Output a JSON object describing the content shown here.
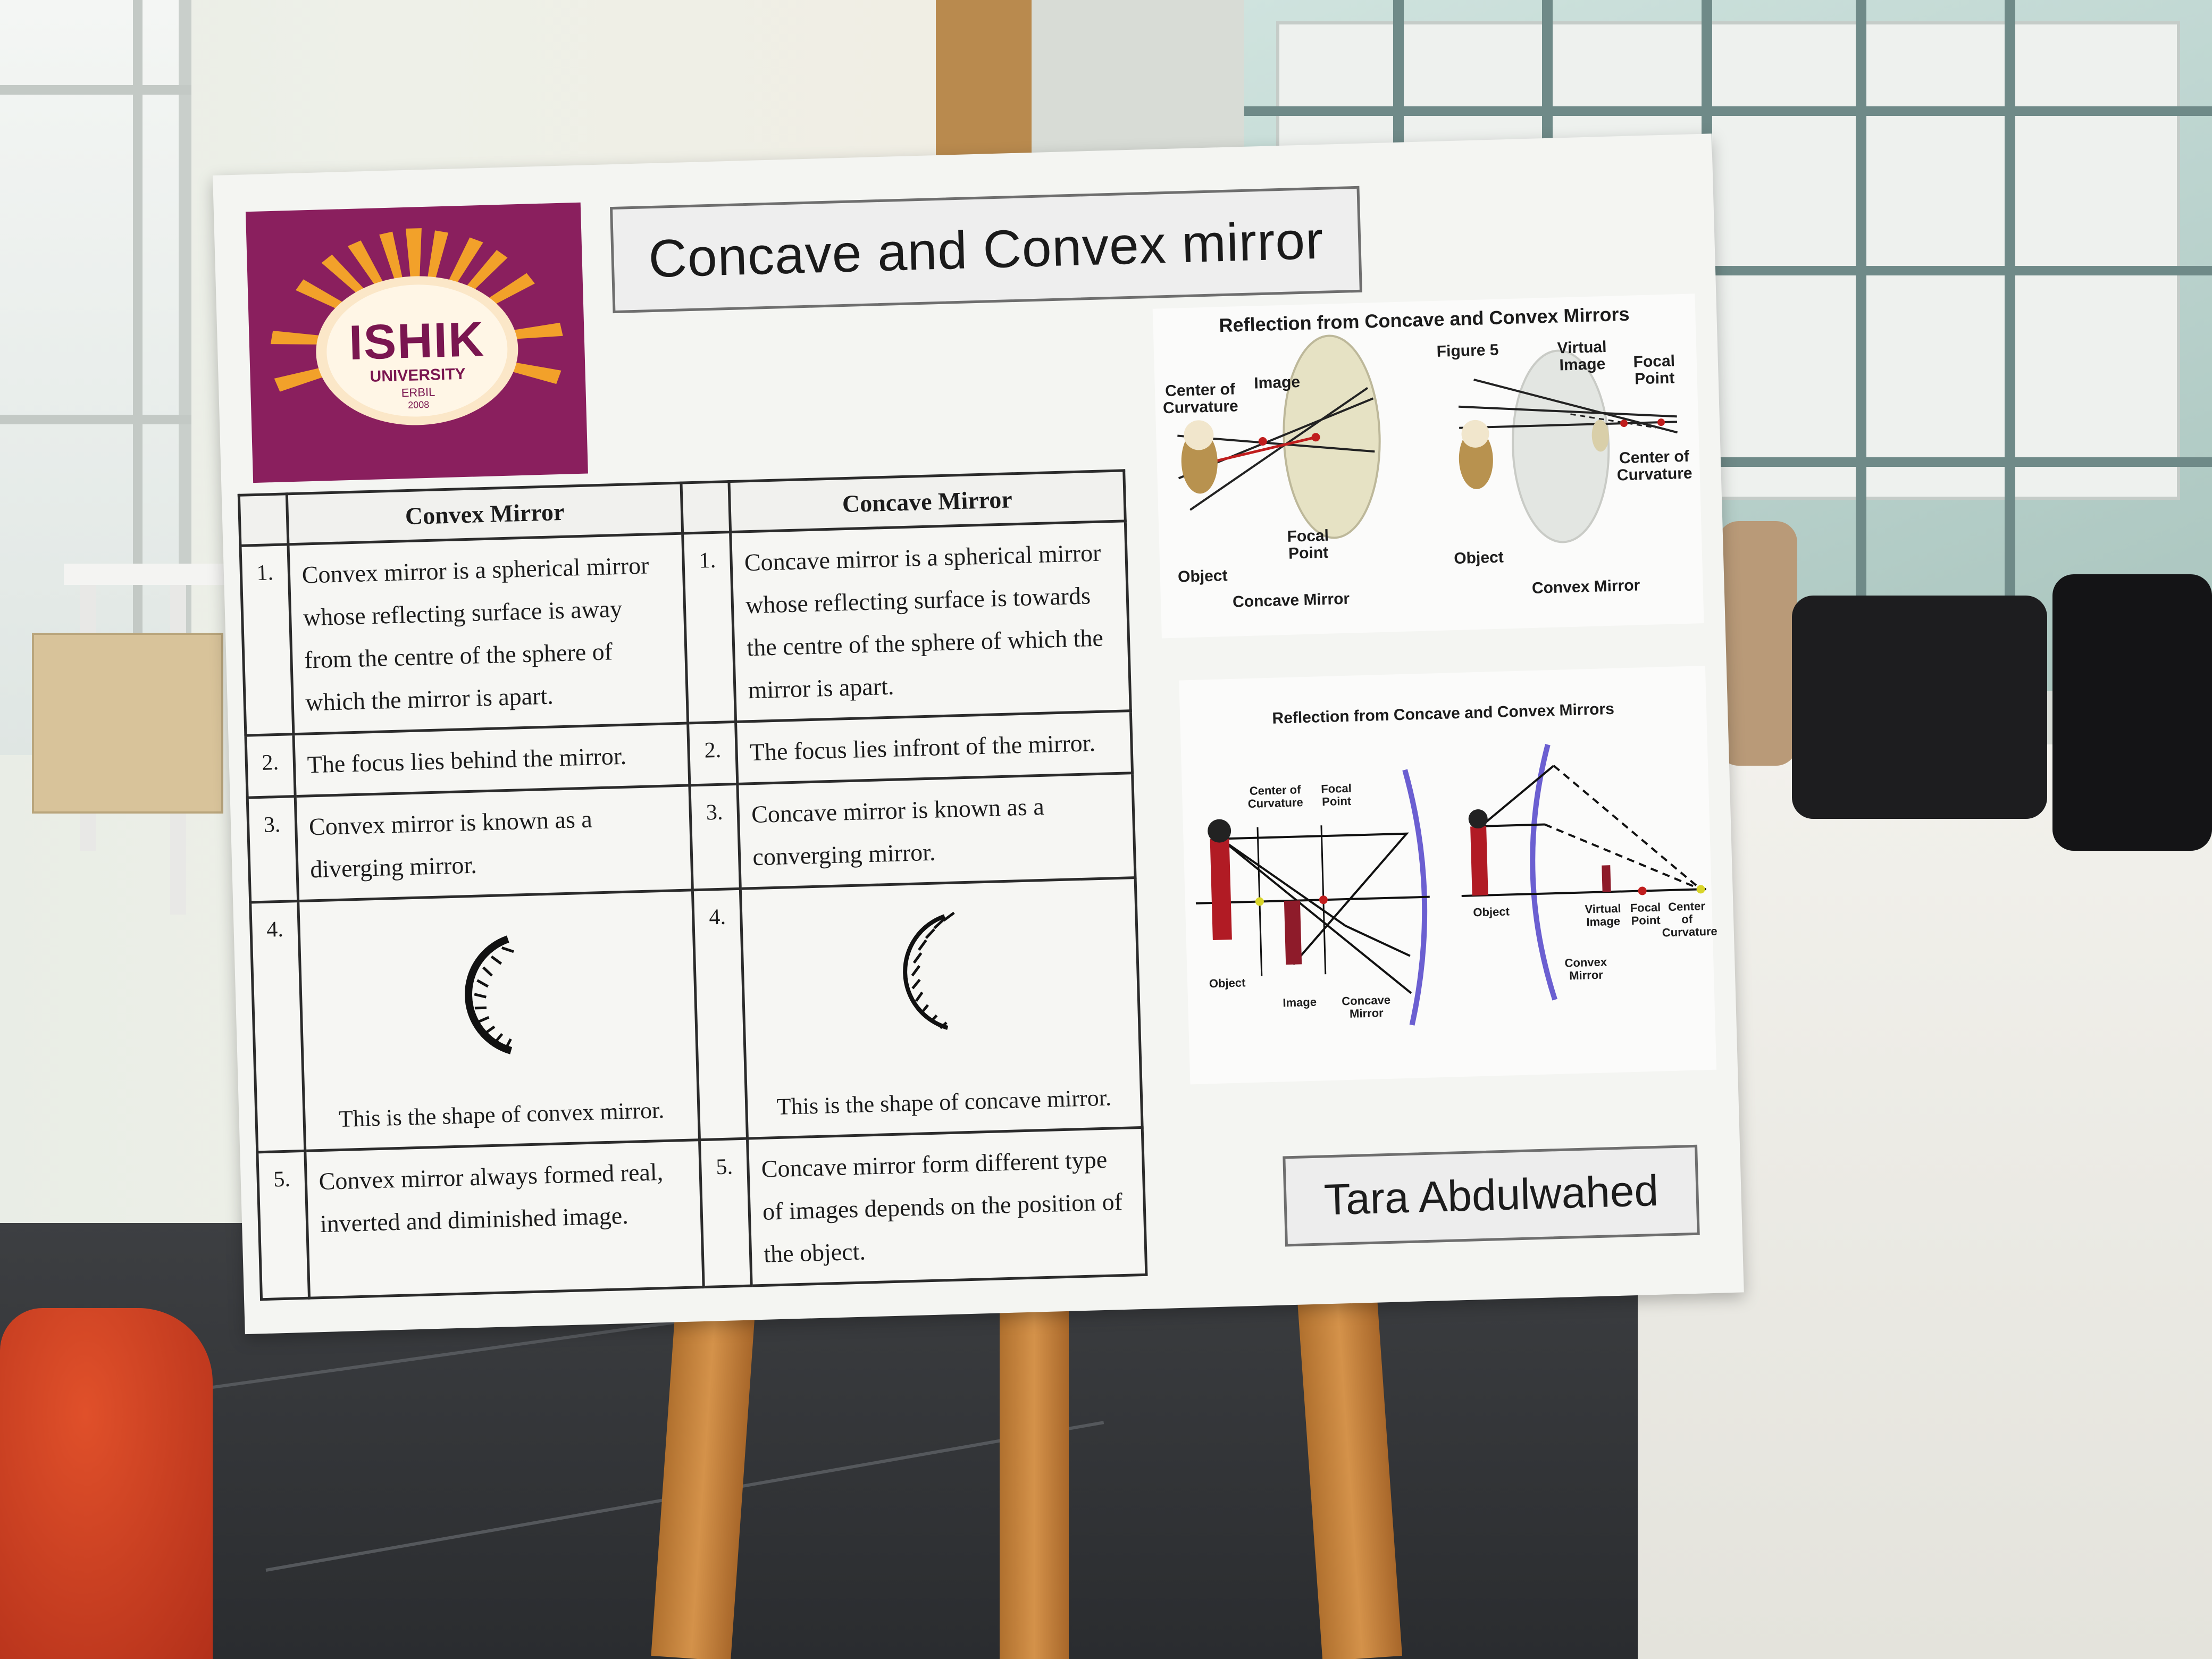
{
  "logo": {
    "name": "ISHIK",
    "sub": "UNIVERSITY",
    "city": "ERBIL",
    "year": "2008",
    "colors": {
      "background": "#8a1f5e",
      "sun": "#f2a12a"
    }
  },
  "poster": {
    "title": "Concave and Convex mirror",
    "author": "Tara Abdulwahed"
  },
  "table": {
    "headers": [
      "Convex Mirror",
      "Concave Mirror"
    ],
    "rows": [
      {
        "n": "1.",
        "convex": "Convex mirror is a spherical mirror whose reflecting surface is away from the centre of the sphere of which the mirror is apart.",
        "concave": "Concave mirror is a spherical mirror whose reflecting surface is towards the centre of the sphere of which the mirror is apart."
      },
      {
        "n": "2.",
        "convex": "The focus lies behind the mirror.",
        "concave": "The focus lies infront of the mirror."
      },
      {
        "n": "3.",
        "convex": "Convex mirror is known as a diverging mirror.",
        "concave": "Concave mirror is known as a converging mirror."
      },
      {
        "n": "4.",
        "convex": "This is the shape of convex mirror.",
        "concave": "This is the shape of concave mirror."
      },
      {
        "n": "5.",
        "convex": "Convex mirror always formed real, inverted and diminished image.",
        "concave": "Concave mirror form different type of images depends on the position of the object."
      }
    ]
  },
  "diagram_top": {
    "title": "Reflection from Concave and Convex Mirrors",
    "figure": "Figure 5",
    "labels": {
      "center_of_curvature": "Center of Curvature",
      "image": "Image",
      "object": "Object",
      "focal_point": "Focal Point",
      "concave_mirror": "Concave Mirror",
      "virtual_image": "Virtual Image",
      "focal_point_2": "Focal Point",
      "center_of_curvature_2": "Center of Curvature",
      "object_2": "Object",
      "convex_mirror": "Convex Mirror"
    }
  },
  "diagram_bottom": {
    "title": "Reflection from Concave and Convex Mirrors",
    "labels": {
      "center_of_curvature": "Center of Curvature",
      "focal_point": "Focal Point",
      "object": "Object",
      "image": "Image",
      "concave_mirror": "Concave Mirror",
      "object_2": "Object",
      "virtual_image": "Virtual Image",
      "focal_point_2": "Focal Point",
      "center_of_curvature_2": "Center of Curvature",
      "convex_mirror": "Convex Mirror"
    }
  }
}
